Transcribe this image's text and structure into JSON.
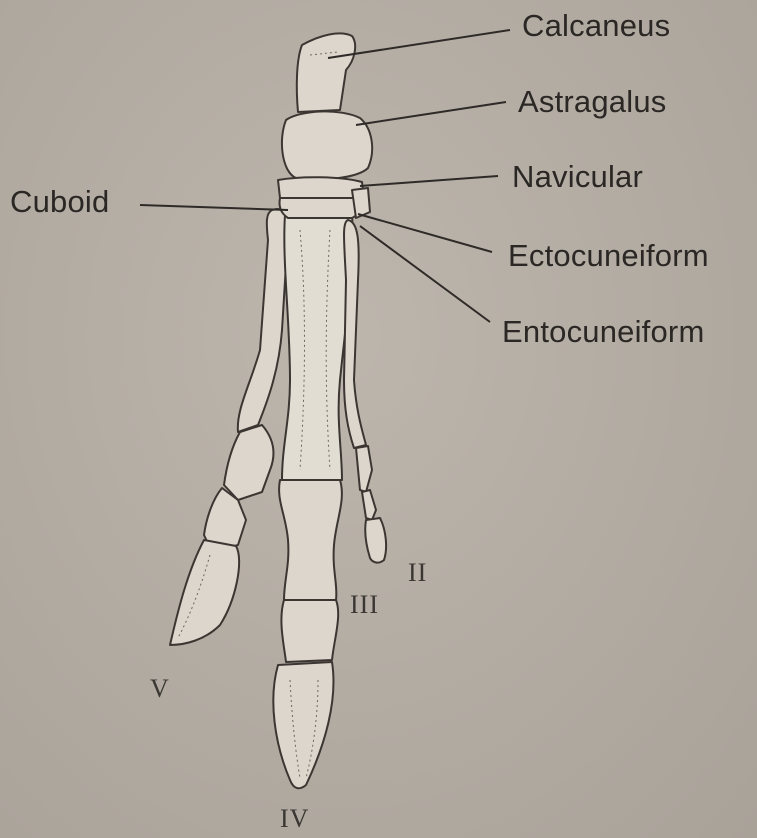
{
  "labels": {
    "calcaneus": "Calcaneus",
    "astragalus": "Astragalus",
    "navicular": "Navicular",
    "cuboid": "Cuboid",
    "ectocuneiform": "Ectocuneiform",
    "entocuneiform": "Entocuneiform"
  },
  "digits": {
    "ii": "II",
    "iii": "III",
    "iv": "IV",
    "v": "V"
  },
  "colors": {
    "background": "#b4ada4",
    "bone": "#dcd6cc",
    "ink": "#2a2724"
  }
}
